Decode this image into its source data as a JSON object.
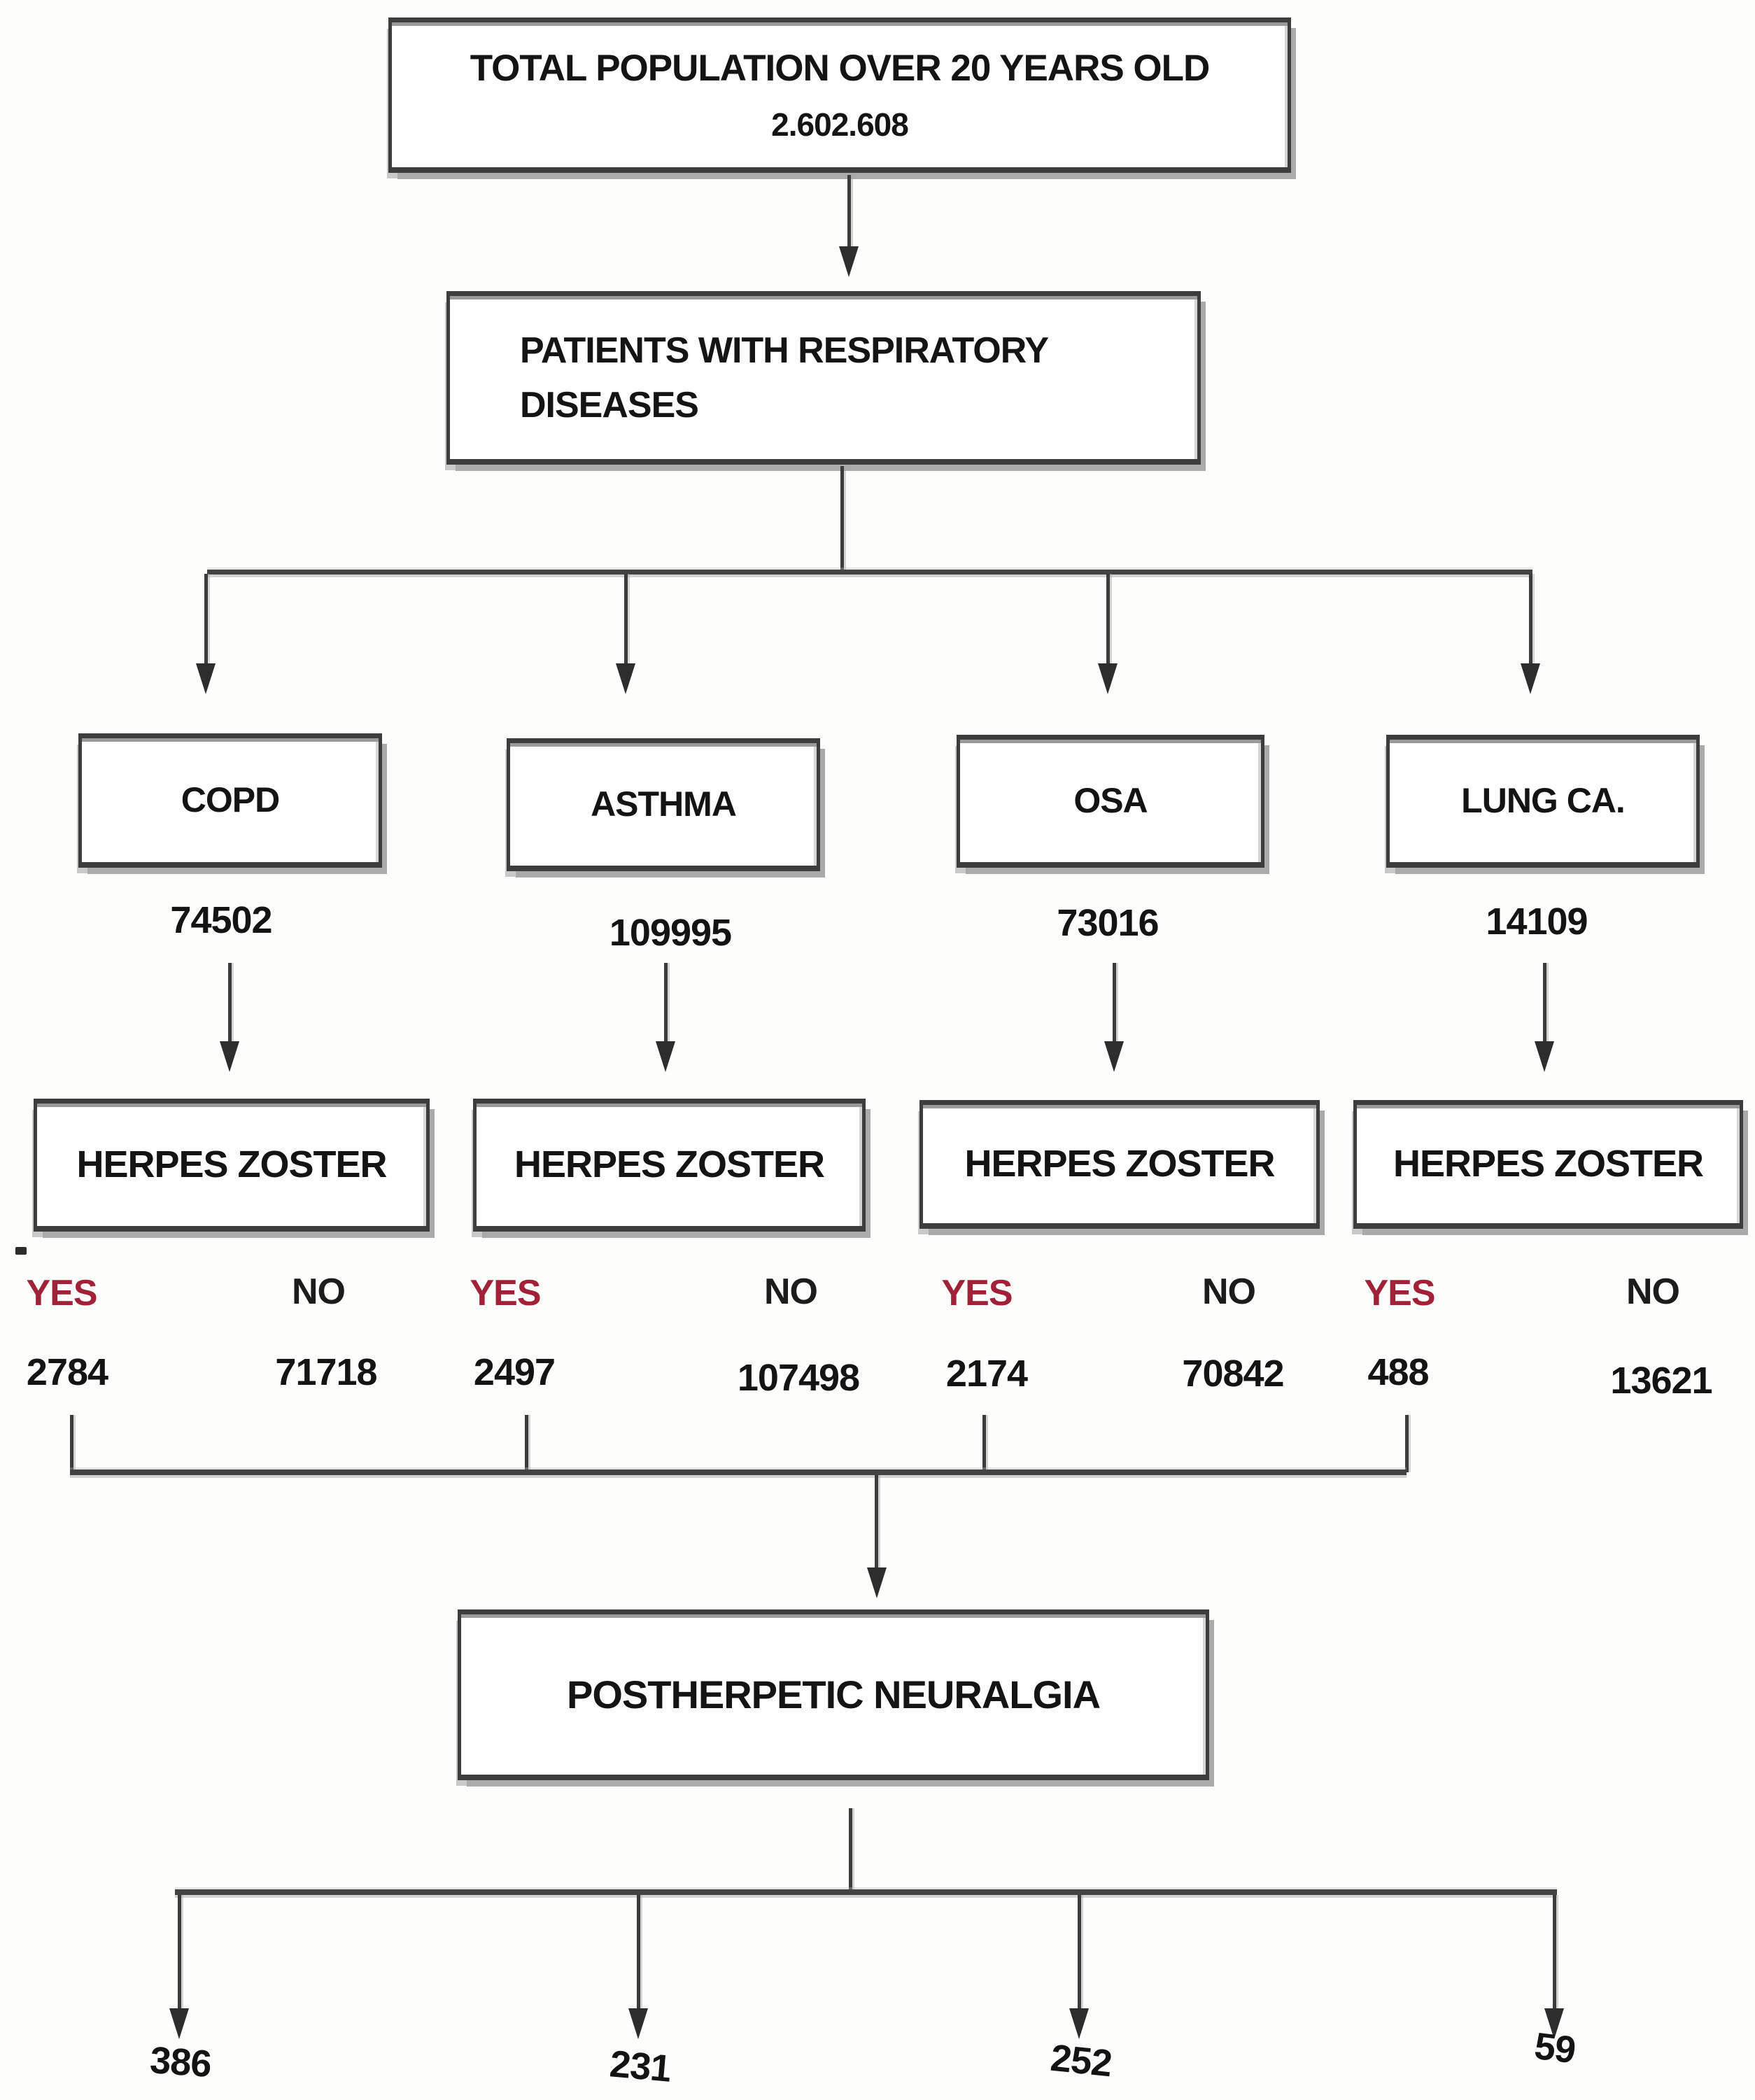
{
  "diagram": {
    "total_box": {
      "label": "TOTAL POPULATION OVER 20 YEARS OLD",
      "value": "2.602.608"
    },
    "respiratory_box": {
      "line1": "PATIENTS WITH RESPIRATORY",
      "line2": "DISEASES"
    },
    "herpes_zoster_label": "HERPES ZOSTER",
    "yes_label": "YES",
    "no_label": "NO",
    "postherpetic_label": "POSTHERPETIC NEURALGIA",
    "branches": [
      {
        "name": "COPD",
        "population": "74502",
        "herpes_zoster_yes": "2784",
        "herpes_zoster_no": "71718",
        "postherpetic_neuralgia": "386"
      },
      {
        "name": "ASTHMA",
        "population": "109995",
        "herpes_zoster_yes": "2497",
        "herpes_zoster_no": "107498",
        "postherpetic_neuralgia": "231"
      },
      {
        "name": "OSA",
        "population": "73016",
        "herpes_zoster_yes": "2174",
        "herpes_zoster_no": "70842",
        "postherpetic_neuralgia": "252"
      },
      {
        "name": "LUNG CA.",
        "population": "14109",
        "herpes_zoster_yes": "488",
        "herpes_zoster_no": "13621",
        "postherpetic_neuralgia": "59"
      }
    ],
    "colors": {
      "yes_text": "#a02238",
      "line": "#3c3c3c",
      "text": "#141414",
      "box_fill": "#fefefe"
    }
  }
}
